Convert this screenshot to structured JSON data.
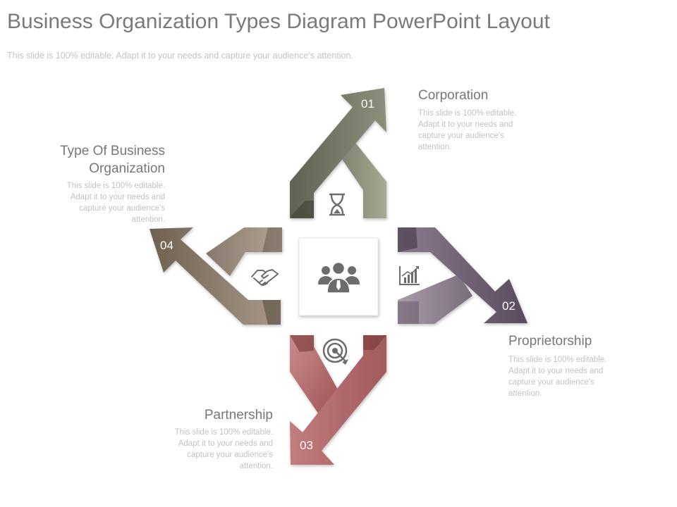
{
  "header": {
    "title": "Business Organization Types Diagram PowerPoint Layout",
    "subtitle": "This slide is 100% editable. Adapt it to your needs and capture your audience's attention."
  },
  "center": {
    "icon": "group-people-icon"
  },
  "items": [
    {
      "number": "01",
      "heading": "Corporation",
      "description": "This slide is 100% editable. Adapt it to your needs and capture your audience's attention.",
      "icon": "hourglass-icon",
      "color": "#7a7e69"
    },
    {
      "number": "02",
      "heading": "Proprietorship",
      "description": "This slide is 100% editable. Adapt it to your needs and capture your audience's attention.",
      "icon": "growth-chart-icon",
      "color": "#7d6e80"
    },
    {
      "number": "03",
      "heading": "Partnership",
      "description": "This slide is 100% editable. Adapt it to your needs and capture your audience's attention.",
      "icon": "target-icon",
      "color": "#b06466"
    },
    {
      "number": "04",
      "heading": "Type Of Business Organization",
      "description": "This slide is 100% editable. Adapt it to your needs and capture your audience's attention.",
      "icon": "handshake-icon",
      "color": "#857565"
    }
  ]
}
